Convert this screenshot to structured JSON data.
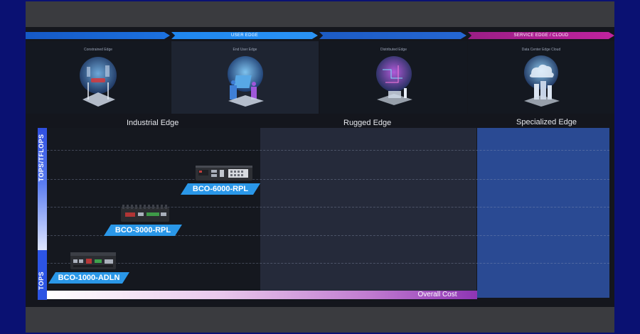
{
  "banner": {
    "segment1": "",
    "segment2": "USER EDGE",
    "segment3": "",
    "segment4": "SERVICE EDGE / CLOUD"
  },
  "tiers": [
    {
      "title": "Constrained Edge",
      "icon": "traffic-city-icon"
    },
    {
      "title": "End User Edge",
      "icon": "user-devices-icon"
    },
    {
      "title": "Distributed Edge",
      "icon": "network-circuit-icon"
    },
    {
      "title": "Data Center Edge Cloud",
      "icon": "cloud-datacenter-icon"
    }
  ],
  "sections": {
    "industrial": "Industrial Edge",
    "rugged": "Rugged Edge",
    "specialized": "Specialized Edge"
  },
  "chart": {
    "y_top_label": "TOPS/TFLOPS",
    "y_bottom_label": "TOPS",
    "x_label": "Overall Cost"
  },
  "products": [
    {
      "name": "BCO-1000-ADLN"
    },
    {
      "name": "BCO-3000-RPL"
    },
    {
      "name": "BCO-6000-RPL"
    }
  ],
  "colors": {
    "user_edge": "#2a93f5",
    "service_edge": "#c0239f",
    "label_blue": "#2a97e8",
    "specialized_bg": "#2a4a93"
  }
}
